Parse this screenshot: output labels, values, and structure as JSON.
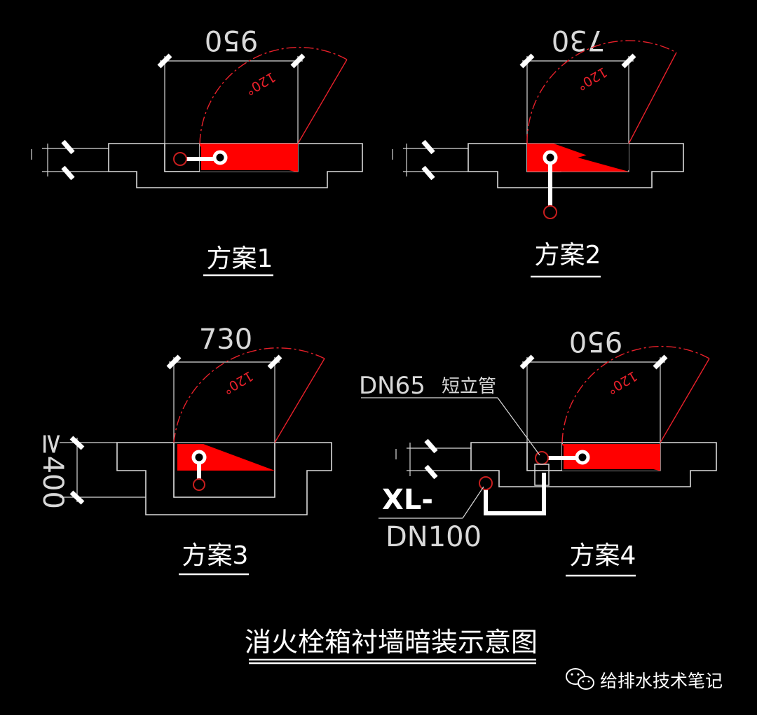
{
  "diagram_title": "消火栓箱衬墙暗装示意图",
  "watermark": "给排水技术笔记",
  "schemes": [
    {
      "label": "方案1",
      "width_dim": "950",
      "angle": "120°"
    },
    {
      "label": "方案2",
      "width_dim": "730",
      "angle": "120°"
    },
    {
      "label": "方案3",
      "width_dim": "730",
      "angle": "120°",
      "depth_dim": "≥400"
    },
    {
      "label": "方案4",
      "width_dim": "950",
      "angle": "120°"
    }
  ],
  "annotations": {
    "riser_size": "DN65",
    "riser_name": "短立管",
    "main_pipe_name": "XL-",
    "main_pipe_size": "DN100"
  },
  "colors": {
    "background": "#000000",
    "door": "#ff0000",
    "arc": "#e8202a",
    "lines": "#d9d9d9"
  }
}
